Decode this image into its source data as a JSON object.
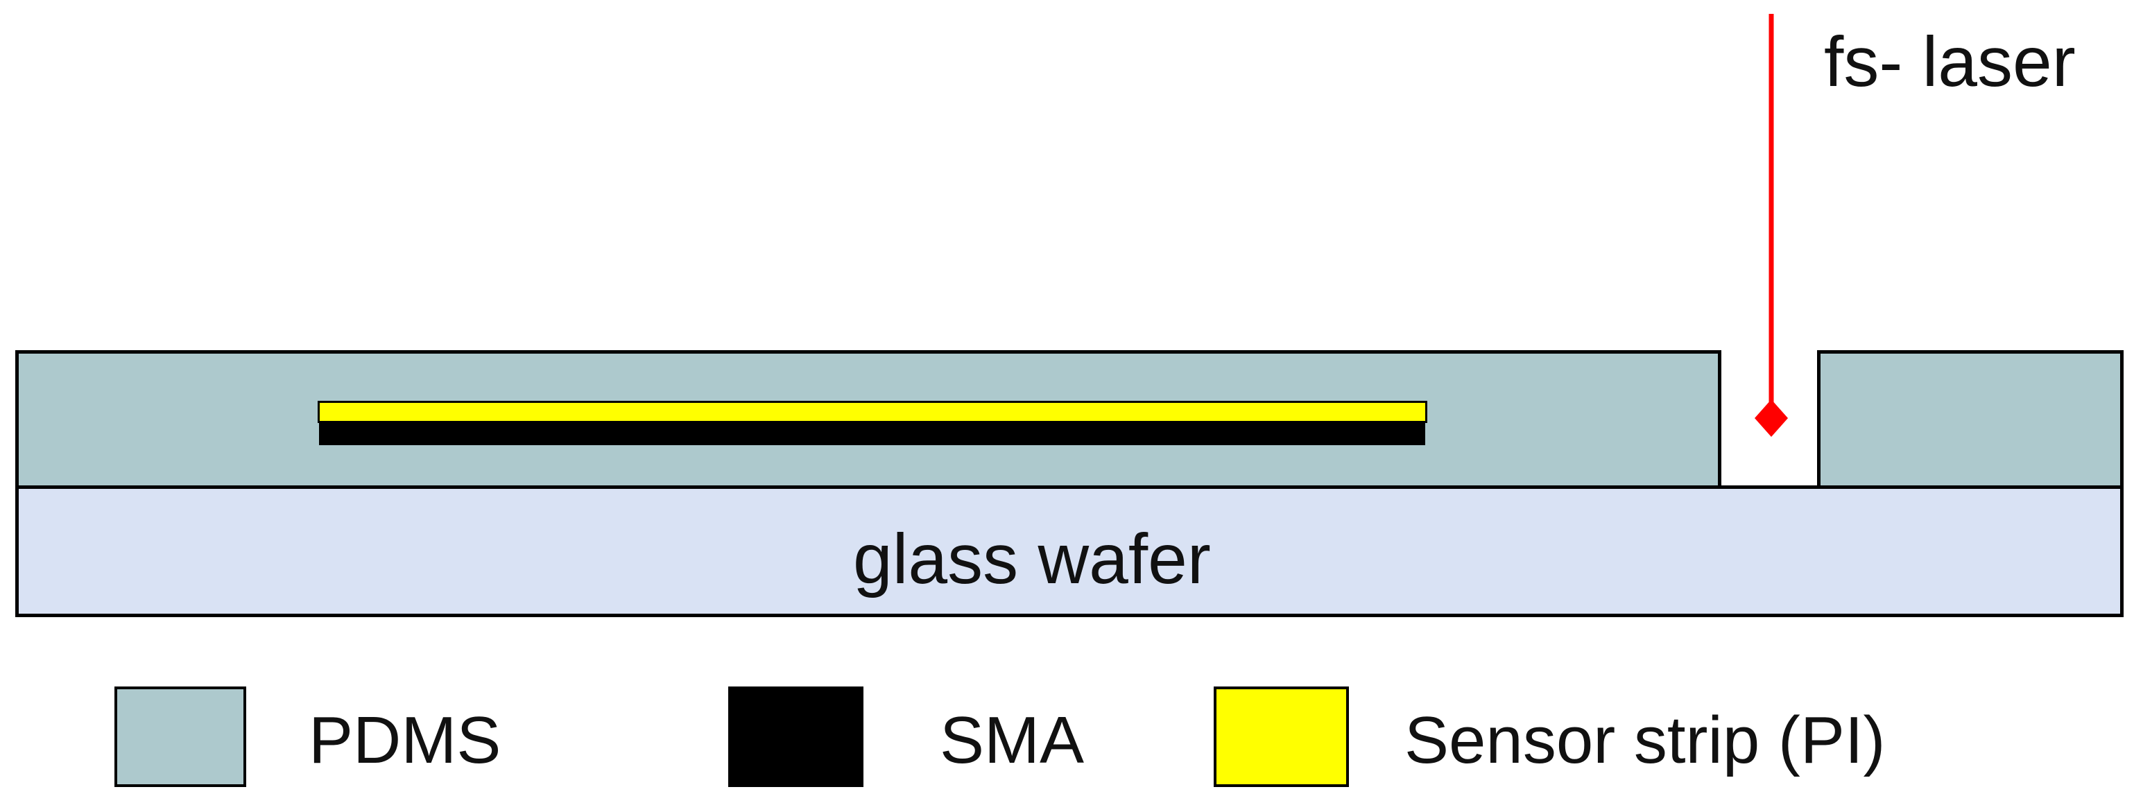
{
  "labels": {
    "laser": "fs- laser",
    "substrate": "glass wafer"
  },
  "legend": [
    {
      "label": "PDMS",
      "color": "#adc9cd"
    },
    {
      "label": "SMA",
      "color": "#000000"
    },
    {
      "label": "Sensor strip (PI)",
      "color": "#ffff00"
    }
  ],
  "colors": {
    "pdms": "#adc9cd",
    "glass": "#d9e2f4",
    "sma": "#000000",
    "sensor": "#ffff00",
    "laser": "#ff0000"
  }
}
